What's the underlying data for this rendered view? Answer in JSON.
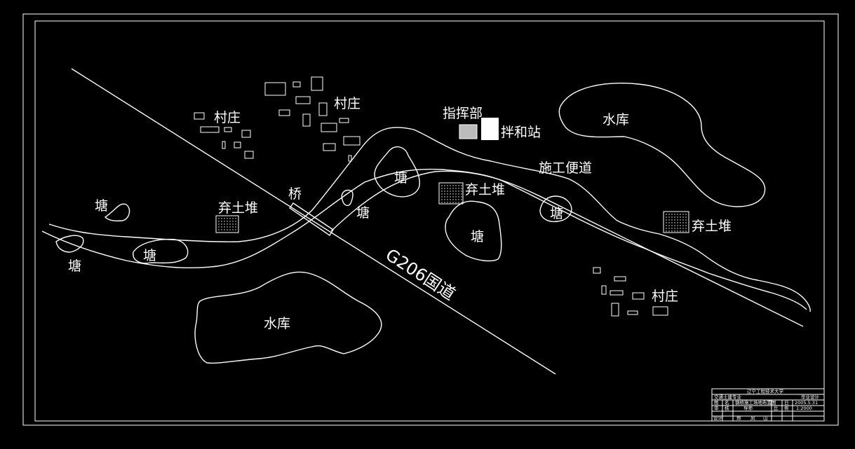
{
  "colors": {
    "background": "#000000",
    "linework": "#ffffff"
  },
  "labels": {
    "village_1": "村庄",
    "village_2": "村庄",
    "village_3": "村庄",
    "hq": "指挥部",
    "mixing_station": "拌和站",
    "reservoir_ne": "水库",
    "reservoir_s": "水库",
    "access_road": "施工便道",
    "bridge": "桥",
    "spoil_1": "弃土堆",
    "spoil_2": "弃土堆",
    "spoil_3": "弃土堆",
    "pond_1": "塘",
    "pond_2": "塘",
    "pond_3": "塘",
    "pond_4": "塘",
    "pond_5": "塘",
    "pond_6": "塘",
    "pond_7": "塘",
    "highway": "G206国道"
  },
  "title_block": {
    "school": "辽宁工程技术大学",
    "major": "交通土建专业",
    "doc_type": "毕业设计",
    "row1": [
      "图",
      "名",
      "钢桥施工场地布置图",
      "日",
      "2005.5.31"
    ],
    "row2": [
      "审",
      "核",
      "导师",
      "",
      "比",
      "例",
      "1:2000"
    ],
    "row3": [
      "设计",
      "",
      "郑",
      "凤",
      "山"
    ]
  }
}
